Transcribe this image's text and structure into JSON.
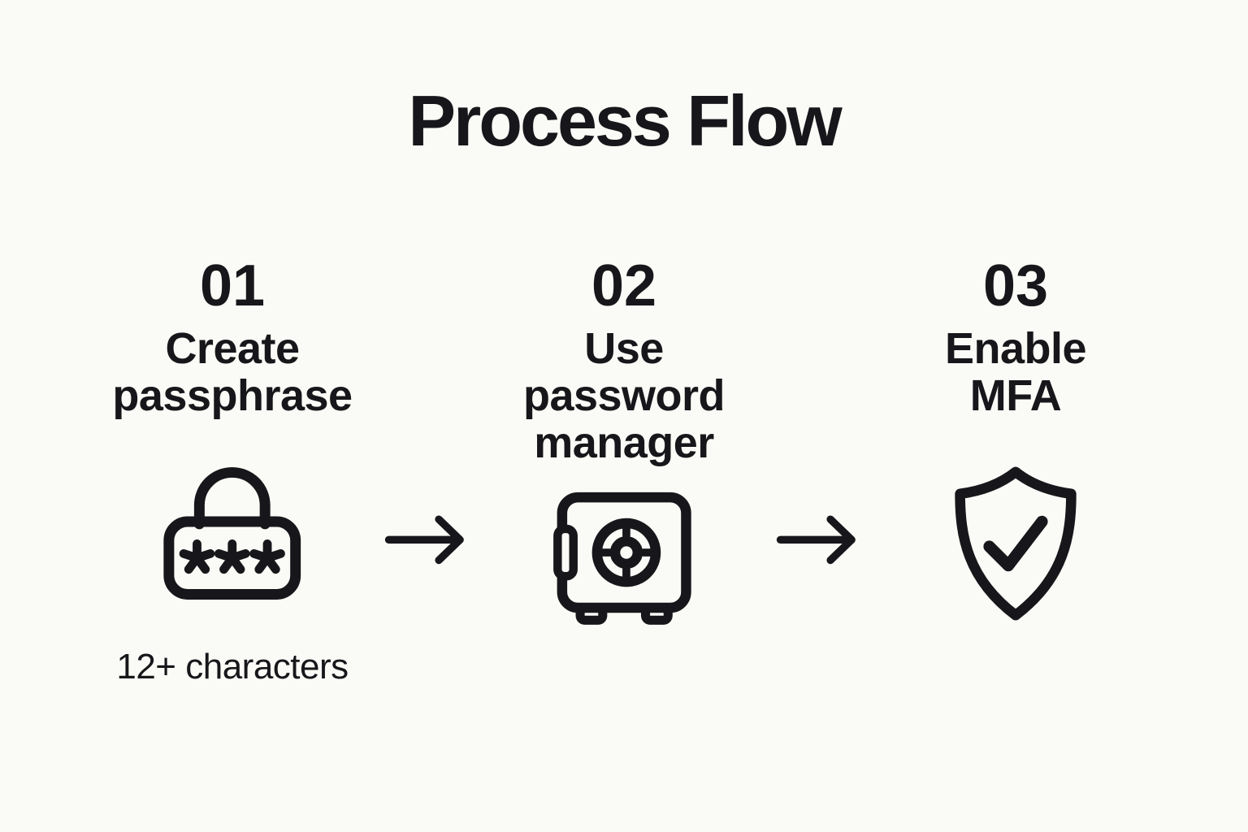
{
  "title": "Process Flow",
  "colors": {
    "background": "#FAFAF6",
    "ink": "#17171B"
  },
  "steps": [
    {
      "number": "01",
      "label": "Create passphrase",
      "label_lines": [
        "Create",
        "passphrase"
      ],
      "icon": "password-lock-icon",
      "caption": "12+ characters"
    },
    {
      "number": "02",
      "label": "Use password manager",
      "label_lines": [
        "Use",
        "password",
        "manager"
      ],
      "icon": "safe-vault-icon"
    },
    {
      "number": "03",
      "label": "Enable MFA",
      "label_lines": [
        "Enable",
        "MFA"
      ],
      "icon": "shield-check-icon"
    }
  ],
  "connectors": [
    {
      "icon": "arrow-right-icon"
    },
    {
      "icon": "arrow-right-icon"
    }
  ]
}
